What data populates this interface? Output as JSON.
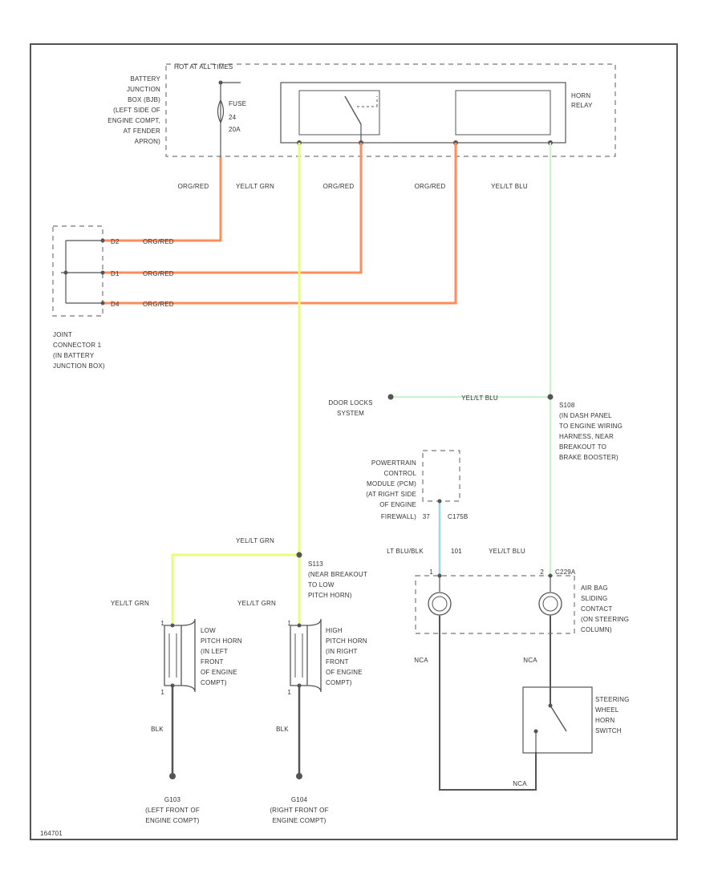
{
  "colors": {
    "border": "#555555",
    "dashed": "#777777",
    "orange_wire": "#ff8c5a",
    "yellow_green_wire": "#e6ff7a",
    "yellow_blue_wire": "#c8f5c8",
    "lt_blue_wire": "#9fd6ea",
    "black_wire": "#555555",
    "text": "#333333"
  },
  "fuse_box": {
    "title": "HOT AT ALL TIMES",
    "location": [
      "BATTERY",
      "JUNCTION",
      "BOX (BJB)",
      "(LEFT SIDE OF",
      "ENGINE COMPT,",
      "AT FENDER",
      "APRON)"
    ],
    "fuse_label": [
      "FUSE",
      "24",
      "20A"
    ]
  },
  "horn_relay": {
    "label": [
      "HORN",
      "RELAY"
    ]
  },
  "wire_labels": {
    "org_red_1": "ORG/RED",
    "yel_grn_top": "YEL/LT GRN",
    "org_red_2": "ORG/RED",
    "org_red_3": "ORG/RED",
    "yel_blu_top": "YEL/LT BLU",
    "yel_blu_door": "YEL/LT BLU",
    "yel_grn_mid": "YEL/LT GRN",
    "yel_grn_low": "YEL/LT GRN",
    "yel_grn_high": "YEL/LT GRN",
    "lt_blu_blk": "LT BLU/BLK",
    "yel_blu_bottom": "YEL/LT BLU",
    "blk_left": "BLK",
    "blk_right": "BLK",
    "nca_1": "NCA",
    "nca_2": "NCA",
    "nca_3": "NCA"
  },
  "joint_connector": {
    "pins": [
      "D2",
      "D1",
      "D4"
    ],
    "pin_wire_labels": [
      "ORG/RED",
      "ORG/RED",
      "ORG/RED"
    ],
    "label": [
      "JOINT",
      "CONNECTOR 1",
      "(IN BATTERY",
      "JUNCTION BOX)"
    ]
  },
  "door_locks": {
    "label": [
      "DOOR LOCKS",
      "SYSTEM"
    ]
  },
  "splice_s108": {
    "label": [
      "S108",
      "(IN DASH PANEL",
      "TO ENGINE WIRING",
      "HARNESS, NEAR",
      "BREAKOUT TO",
      "BRAKE BOOSTER)"
    ]
  },
  "pcm": {
    "label": [
      "POWERTRAIN",
      "CONTROL",
      "MODULE (PCM)",
      "(AT RIGHT SIDE",
      "OF ENGINE",
      "FIREWALL)"
    ],
    "pin": "37",
    "connector": "C175B",
    "pin_label": "101"
  },
  "splice_s113": {
    "label": [
      "S113",
      "(NEAR BREAKOUT",
      "TO LOW",
      "PITCH HORN)"
    ]
  },
  "low_horn": {
    "label": [
      "LOW",
      "PITCH HORN",
      "(IN LEFT",
      "FRONT",
      "OF ENGINE",
      "COMPT)"
    ],
    "pin_top": "1",
    "pin_bottom": "1"
  },
  "high_horn": {
    "label": [
      "HIGH",
      "PITCH HORN",
      "(IN RIGHT",
      "FRONT",
      "OF ENGINE",
      "COMPT)"
    ],
    "pin_top": "1",
    "pin_bottom": "1"
  },
  "air_bag": {
    "label": [
      "AIR BAG",
      "SLIDING",
      "CONTACT",
      "(ON STEERING",
      "COLUMN)"
    ],
    "pin_left": "1",
    "pin_right": "2",
    "connector": "C229A"
  },
  "horn_switch": {
    "label": [
      "STEERING",
      "WHEEL",
      "HORN",
      "SWITCH"
    ]
  },
  "grounds": {
    "left": [
      "G103",
      "(LEFT FRONT OF",
      "ENGINE COMPT)"
    ],
    "right": [
      "G104",
      "(RIGHT FRONT OF",
      "ENGINE COMPT)"
    ]
  },
  "figure_id": "164701"
}
